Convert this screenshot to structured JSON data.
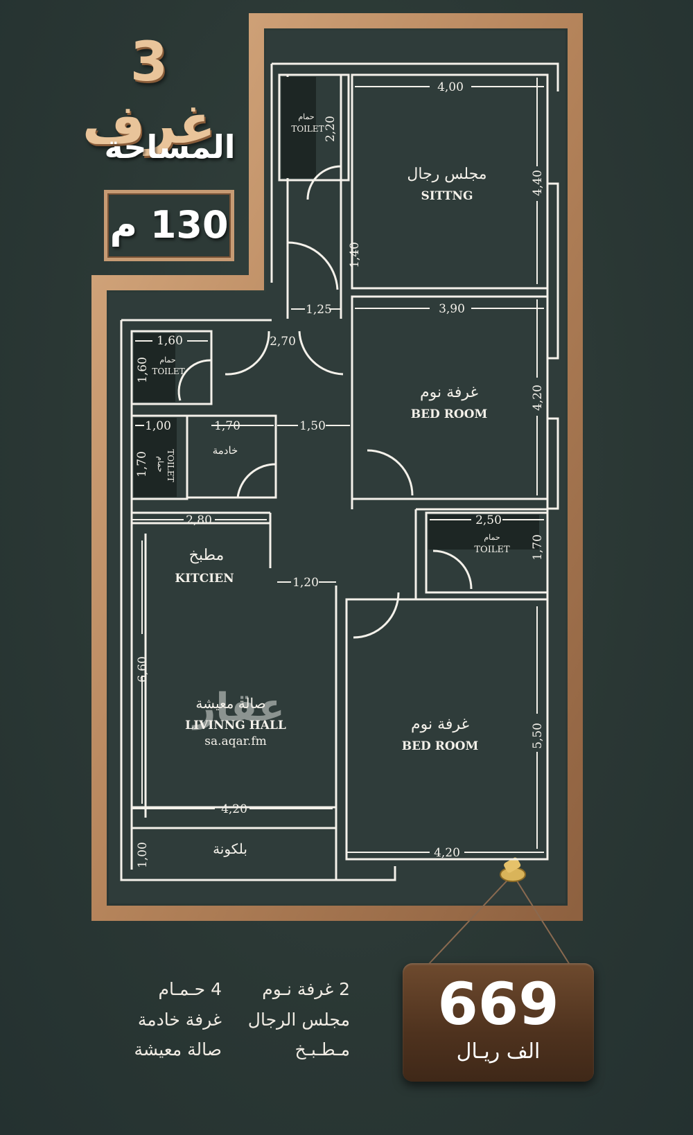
{
  "header": {
    "rooms_title": "3 غرف",
    "area_label": "المساحة",
    "area_value": "130 م"
  },
  "rooms": {
    "sitting_ar": "مجلس رجال",
    "sitting_en": "SITTNG",
    "bed1_ar": "غرفة نوم",
    "bed1_en": "BED ROOM",
    "bed2_ar": "غرفة نوم",
    "bed2_en": "BED ROOM",
    "kitchen_ar": "مطبخ",
    "kitchen_en": "KITCIEN",
    "living_ar": "صالة معيشة",
    "living_en": "LIVINNG HALL",
    "balcony_ar": "بلكونة",
    "maid_ar": "خادمة",
    "toilet_ar": "حمام",
    "toilet_en": "TOILET"
  },
  "dimensions": {
    "d_400": "4,00",
    "d_220": "2,20",
    "d_440": "4,40",
    "d_140": "1,40",
    "d_125": "1,25",
    "d_390": "3,90",
    "d_160a": "1,60",
    "d_160b": "1,60",
    "d_270": "2,70",
    "d_420a": "4,20",
    "d_100a": "1,00",
    "d_170a": "1,70",
    "d_150": "1,50",
    "d_170b": "1,70",
    "d_280": "2,80",
    "d_250": "2,50",
    "d_170c": "1,70",
    "d_120": "1,20",
    "d_660": "6,60",
    "d_550": "5,50",
    "d_420b": "4,20",
    "d_100b": "1,00",
    "d_420c": "4,20"
  },
  "watermark": {
    "logo": "عقار",
    "url": "sa.aqar.fm"
  },
  "price": {
    "value": "669",
    "unit": "الف ريـال"
  },
  "features": {
    "col_right": [
      "2 غرفة نـوم",
      "مجلس الرجال",
      "مـطـبـخ"
    ],
    "col_left": [
      "4 حـمـام",
      "غرفة خادمة",
      "صالة معيشة"
    ]
  },
  "colors": {
    "background": "#2c3a38",
    "frame_wood": "#b98a62",
    "wall_line": "#f4f1ea",
    "toilet_fill": "#1d2624",
    "price_board": "#5a3b24"
  }
}
